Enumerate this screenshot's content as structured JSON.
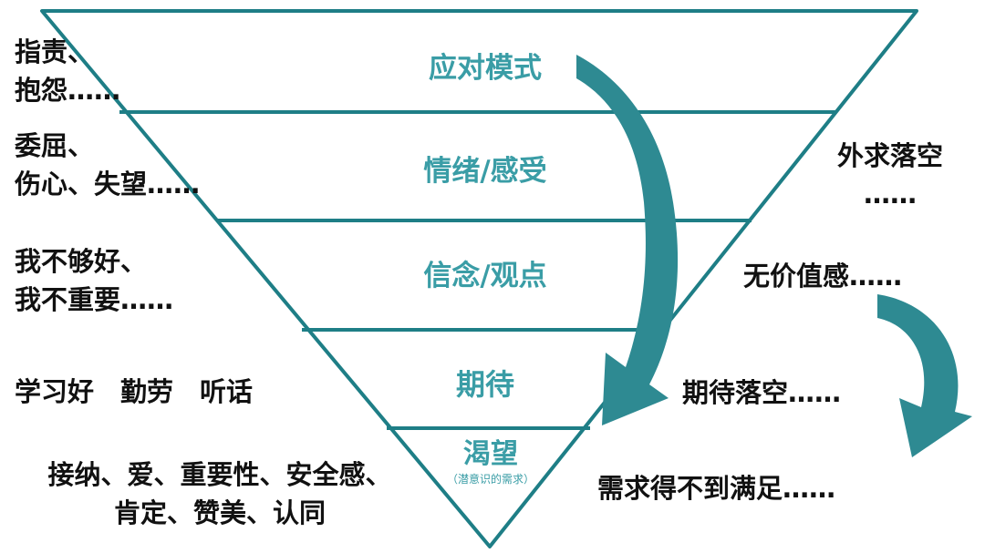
{
  "colors": {
    "triangle_outline": "#1E7E86",
    "level_text": "#3A9DA6",
    "arrow_fill": "#2E8A92",
    "note_text": "#111111"
  },
  "levels": [
    {
      "label": "应对模式"
    },
    {
      "label": "情绪/感受"
    },
    {
      "label": "信念/观点"
    },
    {
      "label": "期待"
    },
    {
      "label": "渴望",
      "sublabel": "（潜意识的需求）"
    }
  ],
  "left_notes": {
    "coping": {
      "line1": "指责、",
      "line2": "抱怨……"
    },
    "feelings": {
      "line1": "委屈、",
      "line2": "伤心、失望……"
    },
    "beliefs": {
      "line1": "我不够好、",
      "line2": "我不重要……"
    },
    "expectations": {
      "line1": "学习好　勤劳　听话"
    },
    "yearnings": {
      "line1": "接纳、爱、重要性、安全感、",
      "line2": "肯定、赞美、认同"
    }
  },
  "right_notes": {
    "external": {
      "line1": "外求落空",
      "line2": "……"
    },
    "worthless": {
      "line1": "无价值感……"
    },
    "expect_fail": {
      "line1": "期待落空……"
    },
    "unmet": {
      "line1": "需求得不到满足……"
    }
  },
  "arrows": [
    {
      "name": "main-flow-arrow",
      "icon": "curved-arrow-down-left"
    },
    {
      "name": "right-flow-arrow",
      "icon": "curved-arrow-down-left"
    }
  ]
}
